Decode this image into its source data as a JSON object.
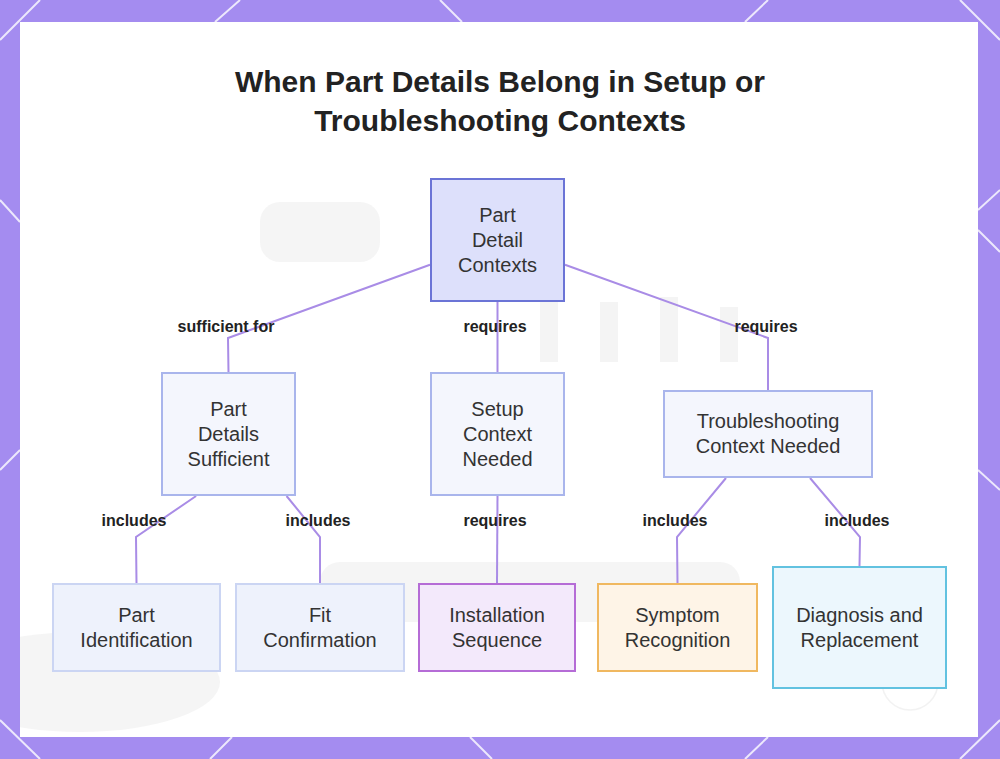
{
  "diagram": {
    "title": "When Part Details Belong in Setup or Troubleshooting Contexts",
    "nodes": [
      {
        "text": [
          "Part Detail Contexts"
        ]
      },
      {
        "text": [
          "Part Details Sufficient"
        ]
      },
      {
        "text": [
          "Setup Context Needed"
        ]
      },
      {
        "text": [
          "Troubleshooting Context Needed"
        ]
      },
      {
        "text": [
          "Part Identification"
        ]
      },
      {
        "text": [
          "Fit Confirmation"
        ]
      },
      {
        "text": [
          "Installation Sequence"
        ]
      },
      {
        "text": [
          "Symptom Recognition"
        ]
      },
      {
        "text": [
          "Diagnosis and Replacement"
        ]
      }
    ],
    "edges": [
      {
        "from": 0,
        "to": 1,
        "label": "sufficient for",
        "arrow": "none"
      },
      {
        "from": 0,
        "to": 2,
        "label": "requires",
        "arrow": "none"
      },
      {
        "from": 0,
        "to": 3,
        "label": "requires",
        "arrow": "none"
      },
      {
        "from": 1,
        "to": 4,
        "label": "includes",
        "arrow": "none"
      },
      {
        "from": 1,
        "to": 5,
        "label": "includes",
        "arrow": "none"
      },
      {
        "from": 2,
        "to": 6,
        "label": "requires",
        "arrow": "none"
      },
      {
        "from": 3,
        "to": 7,
        "label": "includes",
        "arrow": "none"
      },
      {
        "from": 3,
        "to": 8,
        "label": "includes",
        "arrow": "none"
      }
    ]
  }
}
